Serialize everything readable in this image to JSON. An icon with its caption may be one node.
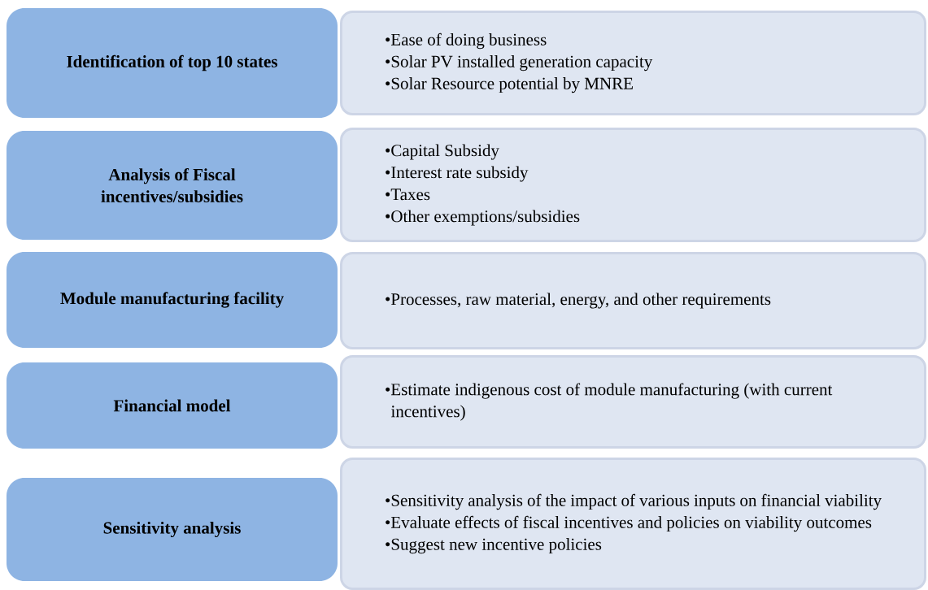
{
  "diagram": {
    "nodes": [
      {
        "text": [
          "Identification of top 10 states"
        ]
      },
      {
        "text": [
          "•Ease of doing business",
          "•Solar PV installed generation capacity",
          "•Solar Resource potential by MNRE"
        ]
      },
      {
        "text": [
          "Analysis of Fiscal incentives/subsidies"
        ]
      },
      {
        "text": [
          "•Capital Subsidy",
          "•Interest rate subsidy",
          "•Taxes",
          "•Other exemptions/subsidies"
        ]
      },
      {
        "text": [
          "Module manufacturing facility"
        ]
      },
      {
        "text": [
          "•Processes, raw material, energy, and other requirements"
        ]
      },
      {
        "text": [
          "Financial model"
        ]
      },
      {
        "text": [
          "•Estimate indigenous cost of module manufacturing (with current incentives)"
        ]
      },
      {
        "text": [
          "Sensitivity analysis"
        ]
      },
      {
        "text": [
          "•Sensitivity analysis of the impact of various inputs on financial viability",
          "•Evaluate effects of fiscal incentives and policies on viability outcomes",
          "•Suggest new incentive policies"
        ]
      }
    ]
  }
}
